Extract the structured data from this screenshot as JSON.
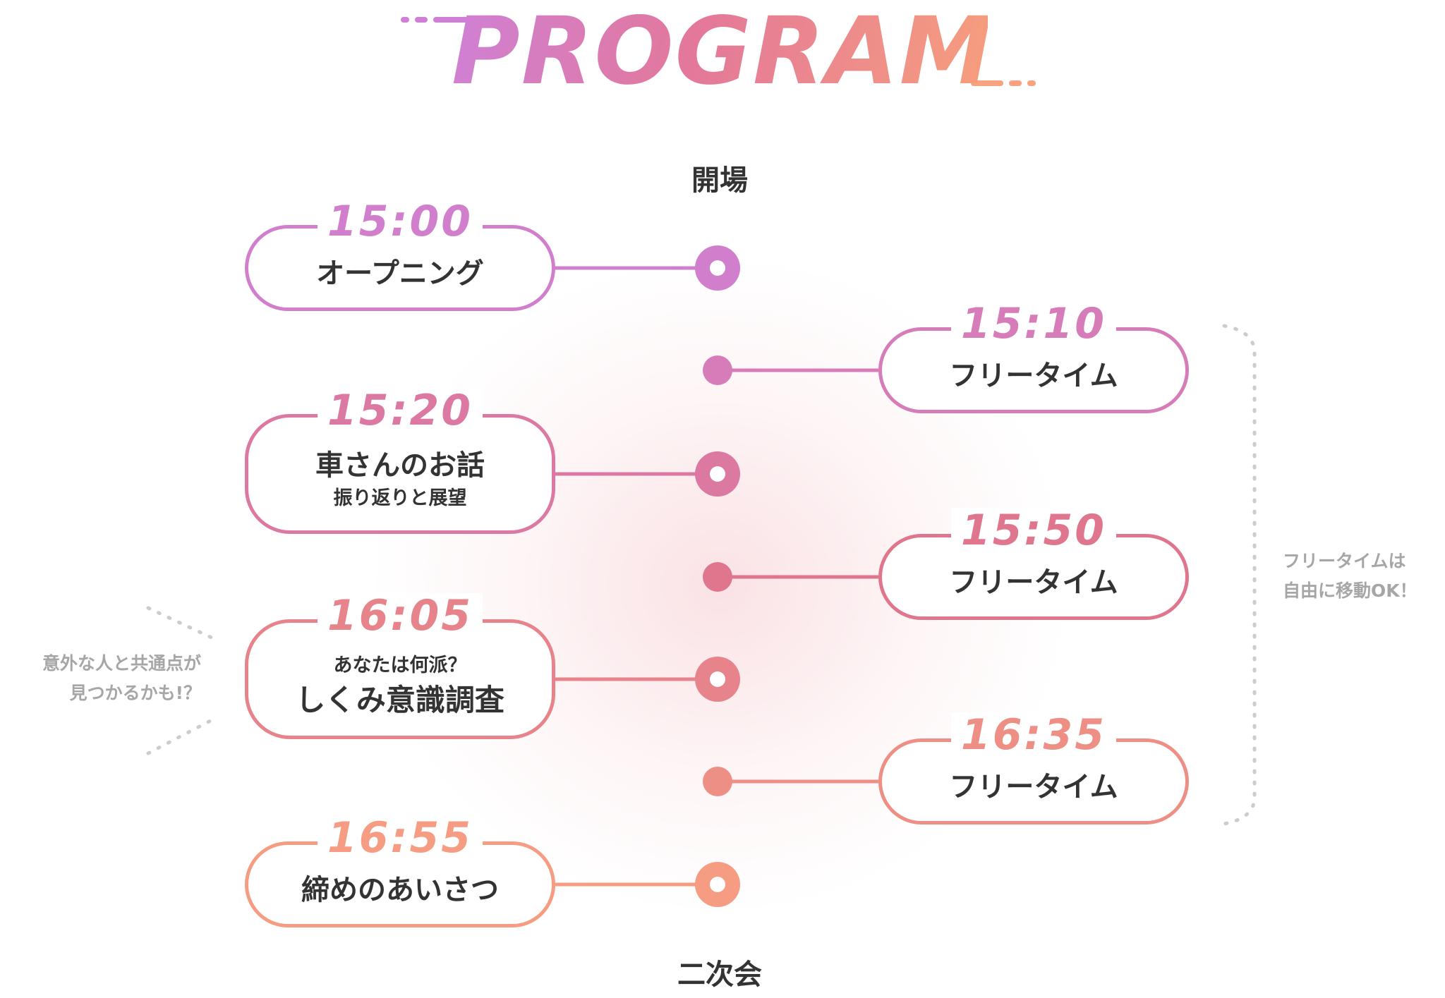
{
  "title": "PROGRAM",
  "colors": {
    "gradient_start": "#cf80d6",
    "gradient_mid": "#e0768e",
    "gradient_end": "#f8a280",
    "label_text": "#333333",
    "note_text": "#a6a6a6",
    "dots": "#cccccc"
  },
  "timeline": {
    "start_label": "開場",
    "end_label": "二次会"
  },
  "events": [
    {
      "time": "15:00",
      "label": "オープニング",
      "sublabel": "",
      "side": "left"
    },
    {
      "time": "15:10",
      "label": "フリータイム",
      "sublabel": "",
      "side": "right"
    },
    {
      "time": "15:20",
      "label": "車さんのお話",
      "sublabel": "振り返りと展望",
      "side": "left"
    },
    {
      "time": "15:50",
      "label": "フリータイム",
      "sublabel": "",
      "side": "right"
    },
    {
      "time": "16:05",
      "label": "しくみ意識調査",
      "sublabel": "あなたは何派？",
      "side": "left"
    },
    {
      "time": "16:35",
      "label": "フリータイム",
      "sublabel": "",
      "side": "right"
    },
    {
      "time": "16:55",
      "label": "締めのあいさつ",
      "sublabel": "",
      "side": "left"
    }
  ],
  "notes": {
    "left_line1": "意外な人と共通点が",
    "left_line2": "見つかるかも!？",
    "right_line1": "フリータイムは",
    "right_line2": "自由に移動OK！"
  }
}
